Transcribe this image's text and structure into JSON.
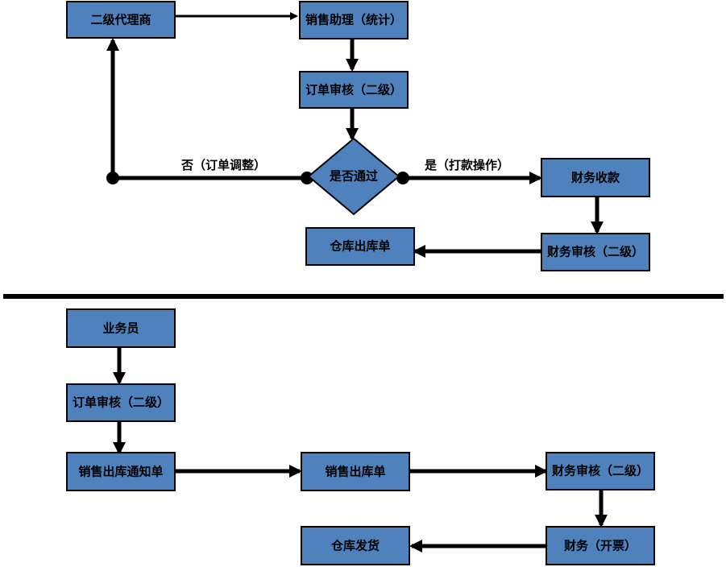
{
  "nodes": {
    "agent2": "二级代理商",
    "sales_assistant": "销售助理（统计）",
    "order_review_top": "订单审核（二级）",
    "decision": "是否通过",
    "finance_receipt": "财务收款",
    "finance_review_top": "财务审核（二级）",
    "warehouse_out_top": "仓库出库单",
    "salesman": "业务员",
    "order_review_bottom": "订单审核（二级）",
    "sales_out_notice": "销售出库通知单",
    "sales_out": "销售出库单",
    "finance_review_bottom": "财务审核（二级）",
    "finance_invoice": "财务（开票）",
    "warehouse_ship": "仓库发货"
  },
  "edges": {
    "no_label": "否（订单调整）",
    "yes_label": "是（打款操作）"
  },
  "colors": {
    "box_fill": "#4f81bd",
    "line": "#000000"
  }
}
